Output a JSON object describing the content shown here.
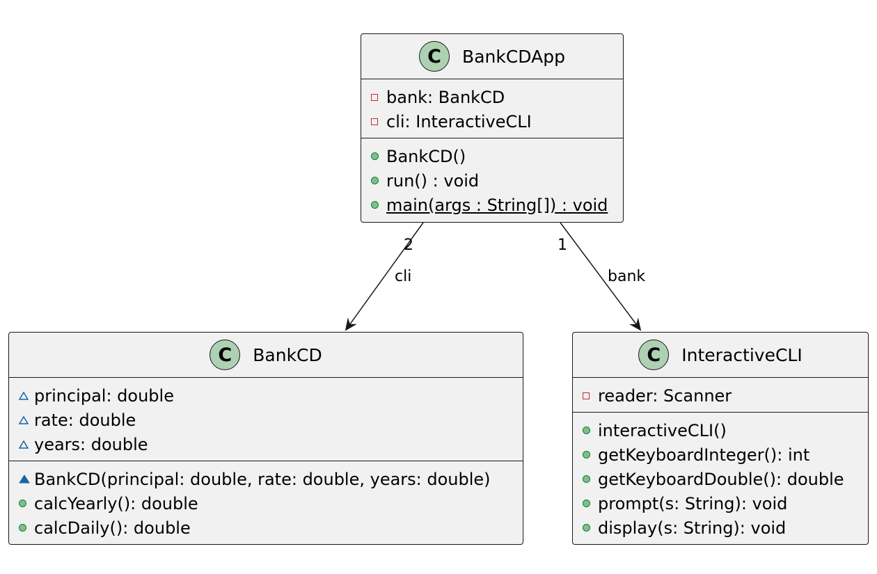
{
  "classes": {
    "bankcdapp": {
      "name": "BankCDApp",
      "stereotype": "C",
      "attributes": [
        {
          "visibility": "private",
          "text": "bank: BankCD"
        },
        {
          "visibility": "private",
          "text": "cli: InteractiveCLI"
        }
      ],
      "methods": [
        {
          "visibility": "public",
          "text": "BankCD()"
        },
        {
          "visibility": "public",
          "text": "run() : void"
        },
        {
          "visibility": "public",
          "text": "main(args : String[]) : void",
          "static": true
        }
      ]
    },
    "bankcd": {
      "name": "BankCD",
      "stereotype": "C",
      "attributes": [
        {
          "visibility": "package",
          "text": "principal: double"
        },
        {
          "visibility": "package",
          "text": "rate: double"
        },
        {
          "visibility": "package",
          "text": "years: double"
        }
      ],
      "methods": [
        {
          "visibility": "package",
          "text": "BankCD(principal: double, rate: double, years: double)"
        },
        {
          "visibility": "public",
          "text": "calcYearly(): double"
        },
        {
          "visibility": "public",
          "text": "calcDaily(): double"
        }
      ]
    },
    "interactivecli": {
      "name": "InteractiveCLI",
      "stereotype": "C",
      "attributes": [
        {
          "visibility": "private",
          "text": "reader: Scanner"
        }
      ],
      "methods": [
        {
          "visibility": "public",
          "text": "interactiveCLI()"
        },
        {
          "visibility": "public",
          "text": "getKeyboardInteger(): int"
        },
        {
          "visibility": "public",
          "text": "getKeyboardDouble(): double"
        },
        {
          "visibility": "public",
          "text": "prompt(s: String): void"
        },
        {
          "visibility": "public",
          "text": "display(s: String): void"
        }
      ]
    }
  },
  "associations": [
    {
      "from": "BankCDApp",
      "to": "BankCD",
      "multiplicity": "2",
      "role": "cli"
    },
    {
      "from": "BankCDApp",
      "to": "InteractiveCLI",
      "multiplicity": "1",
      "role": "bank"
    }
  ],
  "colors": {
    "class_fill": "#f1f1f1",
    "border": "#181818",
    "stereotype_fill": "#add1b2",
    "private": "#c82930",
    "public_fill": "#84be84",
    "public_border": "#038048",
    "package": "#1963a0"
  }
}
